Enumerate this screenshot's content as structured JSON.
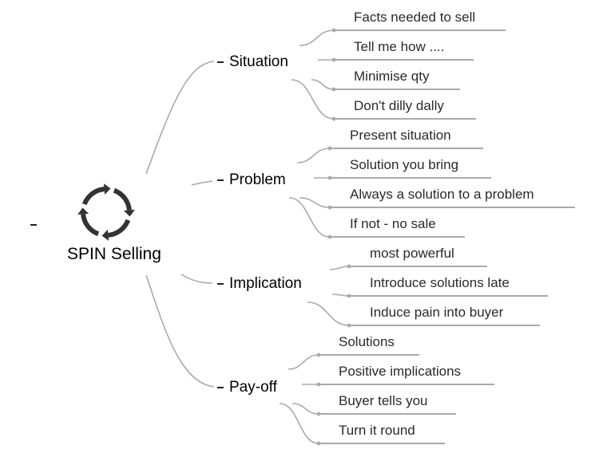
{
  "root": {
    "label": "SPIN Selling",
    "icon": "cycle-arrows-icon",
    "collapse_glyph": "-"
  },
  "colors": {
    "line": "#aaaaaa",
    "text": "#111111",
    "leaf_text": "#2a2a2a",
    "icon": "#333333"
  },
  "branches": [
    {
      "label": "Situation",
      "children": [
        "Facts needed to sell",
        "Tell me how ....",
        "Minimise qty",
        "Don't dilly dally"
      ]
    },
    {
      "label": "Problem",
      "children": [
        "Present situation",
        "Solution you bring",
        "Always a solution to a problem",
        "If not - no sale"
      ]
    },
    {
      "label": "Implication",
      "children": [
        "most powerful",
        "Introduce solutions late",
        "Induce pain into buyer"
      ]
    },
    {
      "label": "Pay-off",
      "children": [
        "Solutions",
        "Positive implications",
        "Buyer tells you",
        "Turn it round"
      ]
    }
  ]
}
